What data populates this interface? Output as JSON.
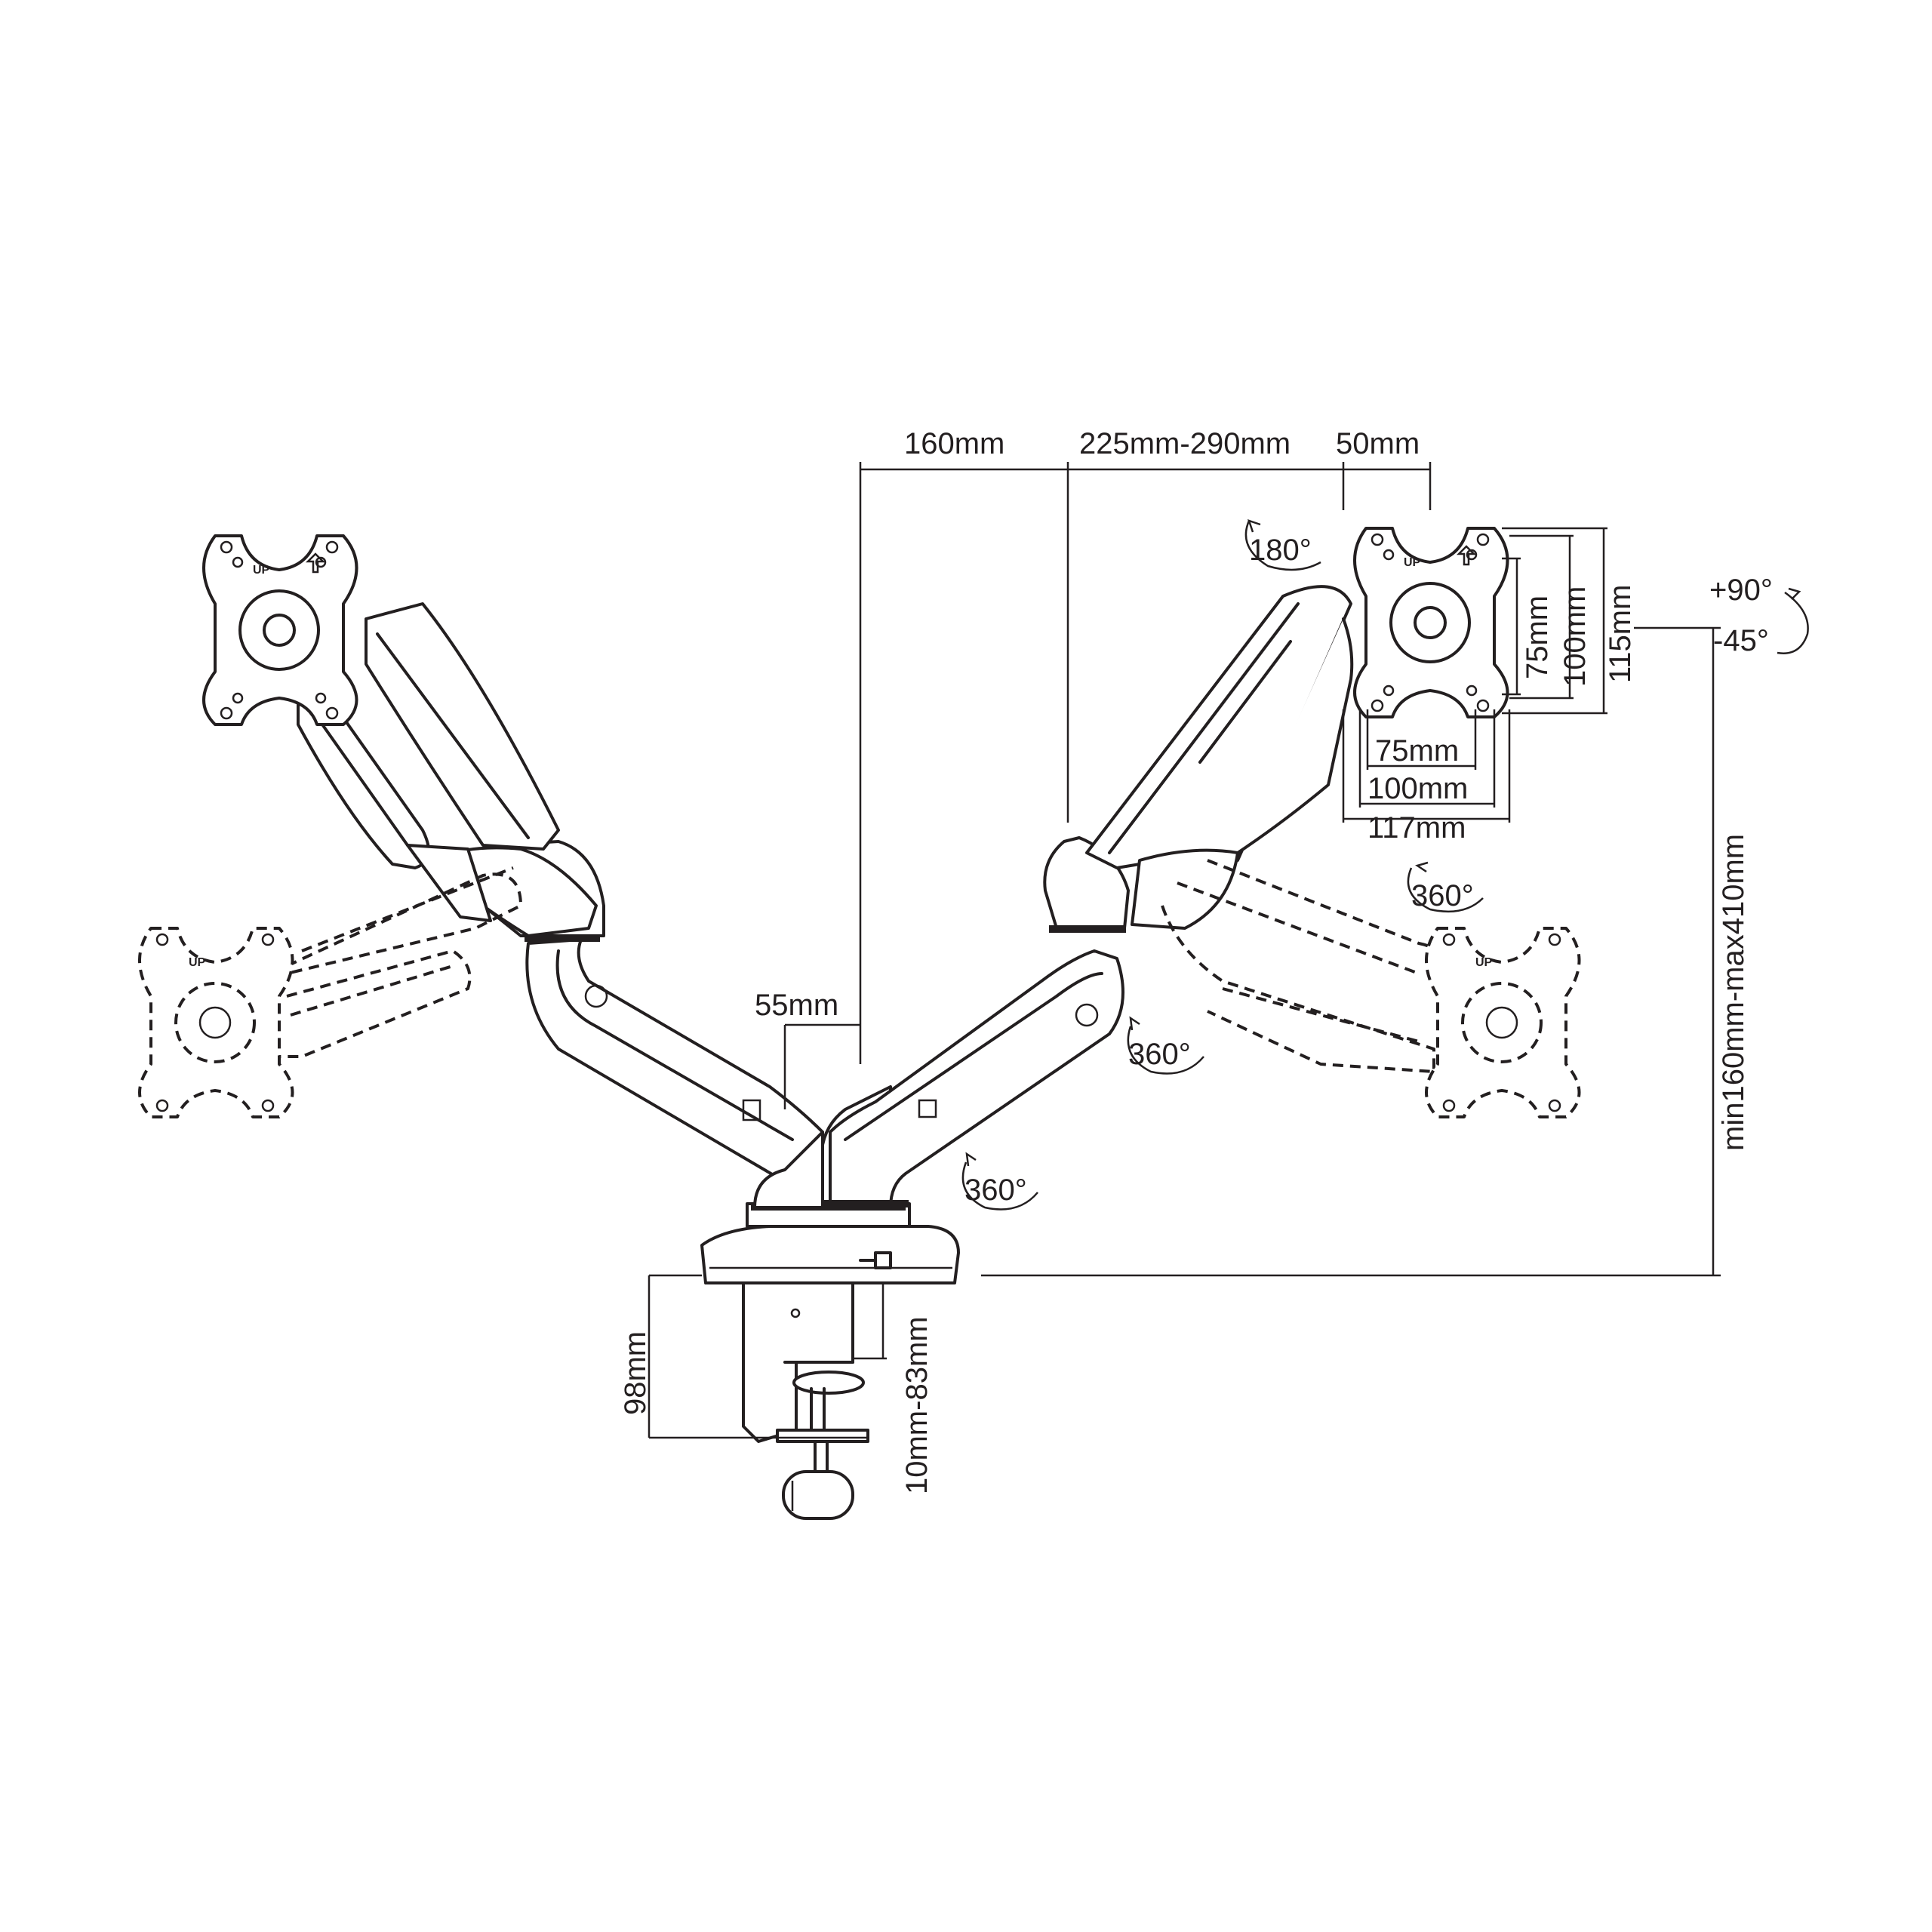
{
  "diagram": {
    "dimensions": {
      "arm_offset": "160mm",
      "arm_reach": "225mm-290mm",
      "plate_offset": "50mm",
      "pole_width": "55mm",
      "clamp_height": "98mm",
      "clamp_range": "10mm-83mm",
      "height_range": "min160mm-max410mm"
    },
    "vesa": {
      "v75": "75mm",
      "v100": "100mm",
      "h75": "75mm",
      "h100": "100mm",
      "w117": "117mm",
      "h115": "115mm"
    },
    "rotation": {
      "swivel_plate": "180°",
      "rotate_arm": "360°",
      "rotate_elbow": "360°",
      "rotate_base": "360°",
      "tilt_up": "+90°",
      "tilt_down": "-45°"
    },
    "plate_text": {
      "up": "UP"
    }
  }
}
